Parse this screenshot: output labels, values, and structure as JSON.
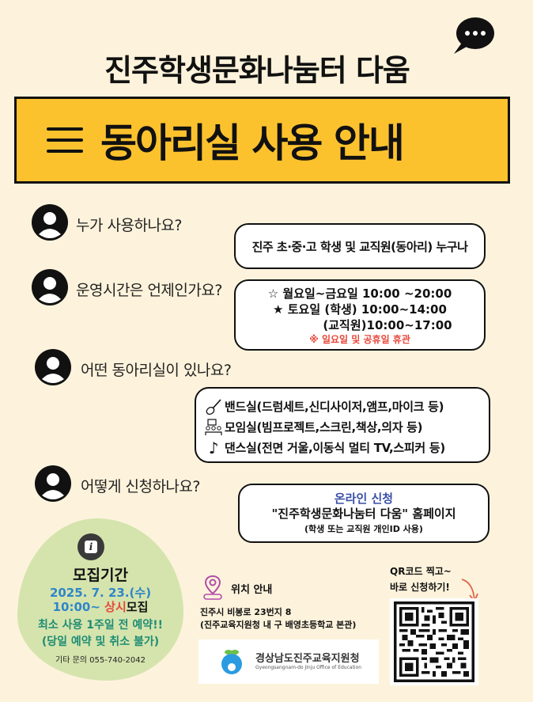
{
  "header": {
    "title": "진주학생문화나눔터 다움",
    "banner_title": "동아리실 사용 안내"
  },
  "faq": [
    {
      "question": "누가 사용하나요?",
      "answer": "진주  초·중·고 학생 및 교직원(동아리) 누구나"
    },
    {
      "question": "운영시간은 언제인가요?",
      "answer_lines": [
        "☆ 월요일~금요일 10:00 ~20:00",
        "★ 토요일 (학생) 10:00~14:00",
        "(교직원)10:00~17:00"
      ],
      "note": "※ 일요일 및 공휴일 휴관"
    },
    {
      "question": "어떤 동아리실이 있나요?",
      "rooms": [
        {
          "icon": "guitar-icon",
          "label": "밴드실(드럼세트,신디사이저,앰프,마이크 등)"
        },
        {
          "icon": "meeting-icon",
          "label": "모임실(빔프로젝트,스크린,책상,의자 등)"
        },
        {
          "icon": "music-note-icon",
          "glyph": "♪",
          "label": "댄스실(전면 거울,이동식 멀티 TV,스피커 등)"
        }
      ]
    },
    {
      "question": "어떻게 신청하나요?",
      "answer_title": "온라인 신청",
      "answer_main": "\"진주학생문화나눔터 다움\" 홈페이지",
      "answer_sub": "(학생 또는 교직원 개인ID 사용)"
    }
  ],
  "recruit": {
    "title": "모집기간",
    "date": "2025. 7. 23.(수)",
    "time_prefix": "10:00~ ",
    "time_highlight": "상시",
    "time_suffix": "모집",
    "note1": "최소 사용 1주일 전 예약!!",
    "note2": "(당일 예약 및 취소 불가)",
    "contact": "기타 문의 055-740-2042"
  },
  "location": {
    "title": "위치 안내",
    "address1": "진주시 비봉로 23번지 8",
    "address2": "(진주교육지원청 내 구 배영초등학교 본관)",
    "org_name": "경상남도진주교육지원청",
    "org_name_en": "Gyeongsangnam-do Jinju Office of Education"
  },
  "qr": {
    "line1": "QR코드 찍고~",
    "line2": "바로 신청하기!"
  },
  "colors": {
    "background": "#fdf3dc",
    "banner": "#fcc22e",
    "blob": "#d5e4ad",
    "accent_blue": "#2f86c9",
    "accent_red": "#e8483a",
    "accent_green": "#1f8c74",
    "link_blue": "#3a4fa8"
  }
}
